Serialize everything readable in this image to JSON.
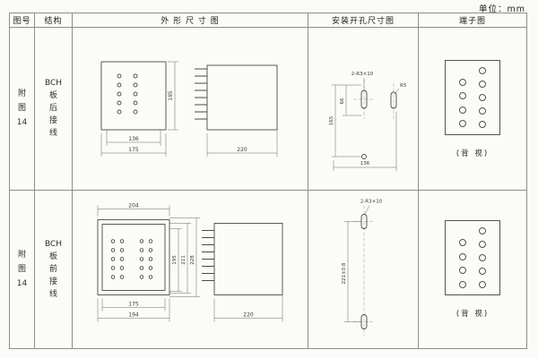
{
  "page": {
    "unit_label": "单位：mm"
  },
  "table": {
    "headers": {
      "fig_no": "图号",
      "structure": "结构",
      "outline": "外 形 尺 寸 图",
      "install": "安装开孔尺寸图",
      "terminal": "端子图"
    },
    "rows": [
      {
        "fig_lines": [
          "附",
          "图",
          "14"
        ],
        "structure_lines": [
          "BCH",
          "板",
          "后",
          "接",
          "线"
        ],
        "outline": {
          "front_h": "195",
          "front_w_inner": "136",
          "front_w_outer": "175",
          "side_d": "220"
        },
        "install": {
          "callout": "2-R3×10",
          "radius": "R5",
          "v_outer": "165",
          "v_inner": "66",
          "width": "136"
        },
        "terminal": {
          "view_label": "(背 视)"
        }
      },
      {
        "fig_lines": [
          "附",
          "图",
          "14"
        ],
        "structure_lines": [
          "BCH",
          "板",
          "前",
          "接",
          "线"
        ],
        "outline": {
          "top_w": "204",
          "h1": "195",
          "h2": "211",
          "h3": "228",
          "w_inner": "175",
          "w_outer": "194",
          "side_d": "220"
        },
        "install": {
          "callout": "2-R3×10",
          "v_dim": "221±0.8"
        },
        "terminal": {
          "view_label": "(背 视)"
        }
      }
    ]
  }
}
